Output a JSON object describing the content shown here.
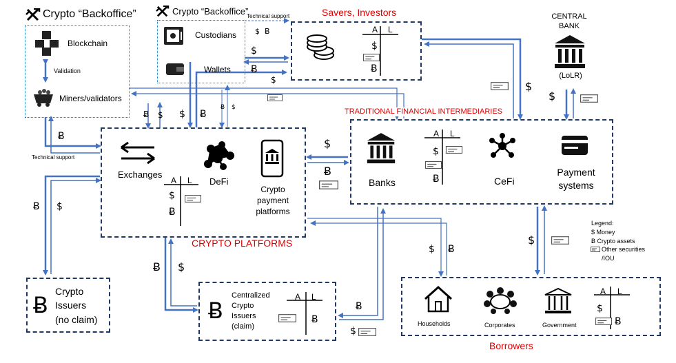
{
  "colors": {
    "arrow": "#4472c4",
    "box_border": "#1f3864",
    "heading_red": "#e00000"
  },
  "backoffice_left": {
    "title": "Crypto “Backoffice”",
    "blockchain": "Blockchain",
    "validation": "Validation",
    "miners": "Miners/validators"
  },
  "backoffice_top": {
    "title": "Crypto “Backoffice”",
    "tech_support": "Technical support",
    "custodians": "Custodians",
    "wallets": "Wallets"
  },
  "savers": {
    "title": "Savers, Investors",
    "a": "A",
    "l": "L"
  },
  "central_bank": {
    "line1": "CENTRAL",
    "line2": "BANK",
    "lolr": "(LoLR)"
  },
  "crypto_platforms": {
    "title": "CRYPTO PLATFORMS",
    "exchanges": "Exchanges",
    "defi": "DeFi",
    "payment_l1": "Crypto",
    "payment_l2": "payment",
    "payment_l3": "platforms",
    "a": "A",
    "l": "L"
  },
  "trad_fi": {
    "title": "TRADITIONAL  FINANCIAL INTERMEDIARIES",
    "banks": "Banks",
    "cefi": "CeFi",
    "payment_l1": "Payment",
    "payment_l2": "systems",
    "a": "A",
    "l": "L"
  },
  "issuers_noclaim": {
    "l1": "Crypto",
    "l2": "Issuers",
    "l3": "(no claim)"
  },
  "issuers_claim": {
    "l1": "Centralized",
    "l2": "Crypto",
    "l3": "Issuers",
    "l4": "(claim)",
    "a": "A",
    "l": "L"
  },
  "borrowers": {
    "title": "Borrowers",
    "households": "Households",
    "corporates": "Corporates",
    "government": "Government",
    "a": "A",
    "l": "L"
  },
  "flows": {
    "tech_support_left": "Technical support",
    "dollar": "$",
    "bitcoin": "Ƀ"
  },
  "legend": {
    "title": "Legend:",
    "money": "$  Money",
    "crypto": "Ƀ  Crypto assets",
    "other1": "Other securities",
    "other2": "/IOU"
  },
  "icons": [
    "pickaxe-hammer-icon",
    "blockchain-cubes-icon",
    "mine-cart-icon",
    "safe-icon",
    "wallet-icon",
    "coins-icon",
    "bank-icon",
    "exchange-arrows-icon",
    "defi-network-icon",
    "phone-bank-icon",
    "cefi-network-icon",
    "credit-card-icon",
    "house-icon",
    "meeting-table-icon",
    "government-building-icon",
    "bitcoin-icon",
    "cheque-icon"
  ]
}
